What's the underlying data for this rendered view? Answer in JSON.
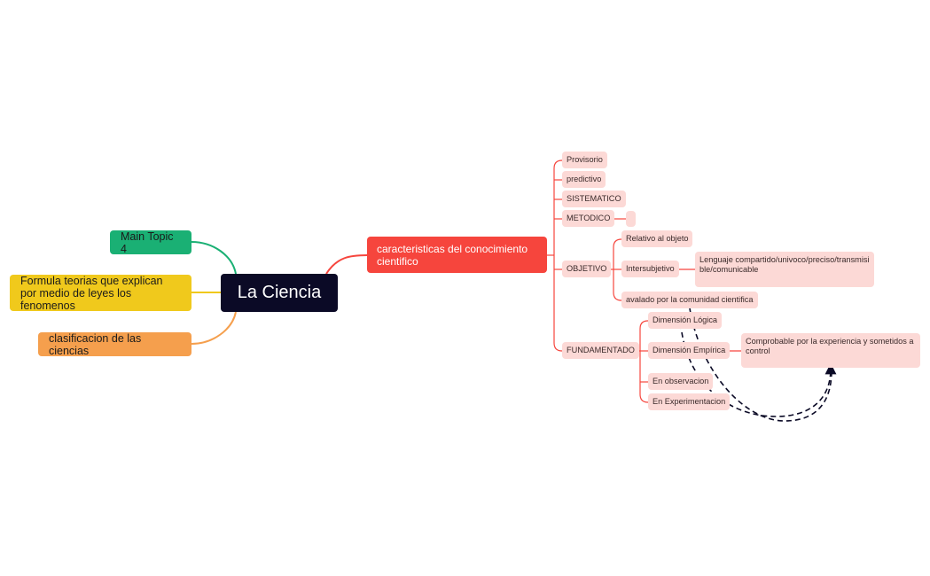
{
  "central": {
    "label": "La Ciencia"
  },
  "left_topics": [
    {
      "label": "Main Topic 4"
    },
    {
      "label": "Formula teorias que explican por medio de leyes los fenomenos"
    },
    {
      "label": "clasificacion de las ciencias"
    }
  ],
  "right_topic": {
    "label": "caracteristicas del conocimiento cientifico",
    "items": [
      {
        "label": "Provisorio"
      },
      {
        "label": "predictivo"
      },
      {
        "label": "SISTEMATICO"
      },
      {
        "label": "METODICO",
        "child": ""
      },
      {
        "label": "OBJETIVO",
        "children": [
          {
            "label": "Relativo al objeto"
          },
          {
            "label": "Intersubjetivo",
            "child": "Lenguaje compartido/univoco/preciso/transmisible/comunicable"
          },
          {
            "label": "avalado por la comunidad cientifica"
          }
        ]
      },
      {
        "label": "FUNDAMENTADO",
        "children": [
          {
            "label": "Dimensión Lógica"
          },
          {
            "label": "Dimensión Empírica",
            "child": "Comprobable por la experiencia y sometidos a control"
          },
          {
            "label": "En observacion"
          },
          {
            "label": "En Experimentacion"
          }
        ]
      }
    ]
  },
  "colors": {
    "central": "#0b0a26",
    "green": "#1ab074",
    "yellow": "#f0c91c",
    "orange": "#f59f4d",
    "red": "#f6453d",
    "subtopic": "#fcd9d6",
    "relationship": "#0b0a26"
  }
}
